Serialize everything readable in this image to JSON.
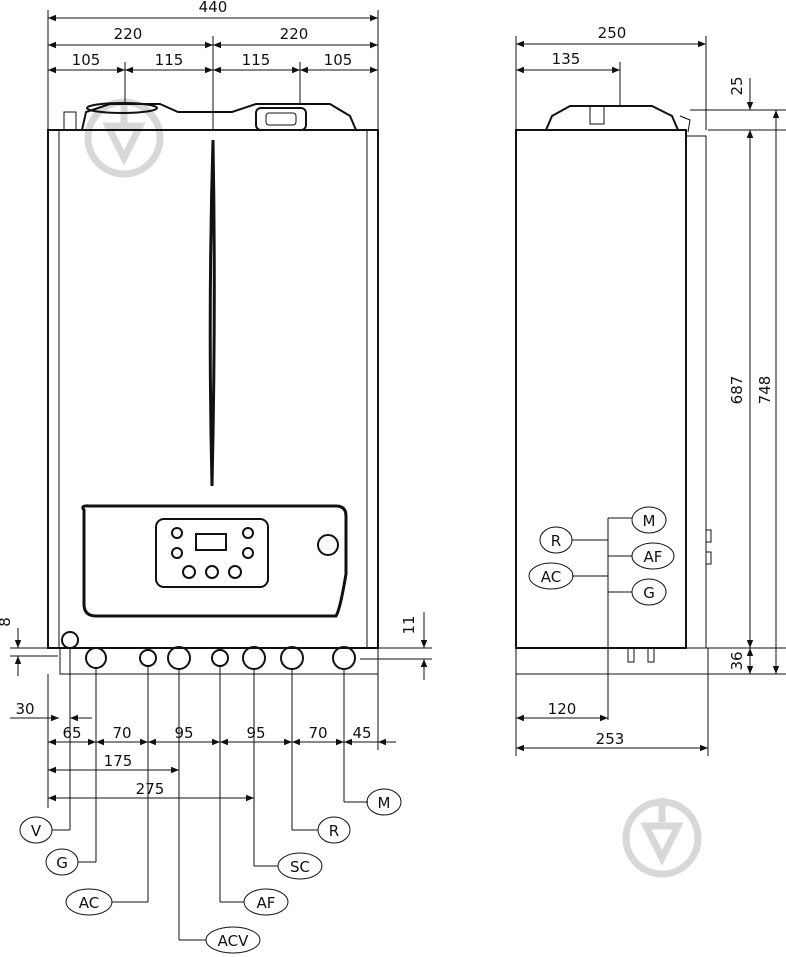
{
  "dimensions": {
    "front_total_width": "440",
    "front_half_left": "220",
    "front_half_right": "220",
    "front_top_1": "105",
    "front_top_2": "115",
    "front_top_3": "115",
    "front_top_4": "105",
    "front_left_8": "8",
    "front_right_11": "11",
    "front_bottom_30": "30",
    "front_bottom_65": "65",
    "front_bottom_70a": "70",
    "front_bottom_95a": "95",
    "front_bottom_95b": "95",
    "front_bottom_70b": "70",
    "front_bottom_45": "45",
    "front_bottom_175": "175",
    "front_bottom_275": "275",
    "side_width": "250",
    "side_offset": "135",
    "side_top_25": "25",
    "side_height_687": "687",
    "side_height_748": "748",
    "side_bottom_36": "36",
    "side_conn_120": "120",
    "side_depth_253": "253"
  },
  "connections": {
    "front": {
      "V": "V",
      "G": "G",
      "AC": "AC",
      "ACV": "ACV",
      "AF": "AF",
      "SC": "SC",
      "R": "R",
      "M": "M"
    },
    "side": {
      "R": "R",
      "M": "M",
      "AF": "AF",
      "AC": "AC",
      "G": "G"
    }
  },
  "colors": {
    "line": "#111111",
    "watermark": "#d8d8d8",
    "background": "#ffffff"
  }
}
